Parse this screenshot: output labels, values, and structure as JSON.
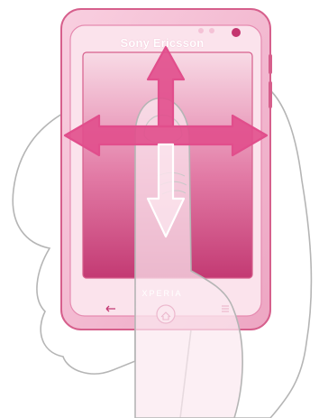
{
  "device": {
    "brand": "Sony Ericsson",
    "model": "XPERIA"
  },
  "gesture": {
    "type": "drag",
    "directions": [
      "up",
      "down",
      "left",
      "right"
    ]
  },
  "colors": {
    "phone_body": "#f3b8cf",
    "phone_outline": "#d65f8c",
    "screen_top": "#f6d3e0",
    "screen_bottom": "#c43a74",
    "arrow": "#d53e7a",
    "hand_outline": "#b0b0b0"
  },
  "icons": {
    "back": "back-icon",
    "home": "home-icon",
    "menu": "menu-icon"
  }
}
